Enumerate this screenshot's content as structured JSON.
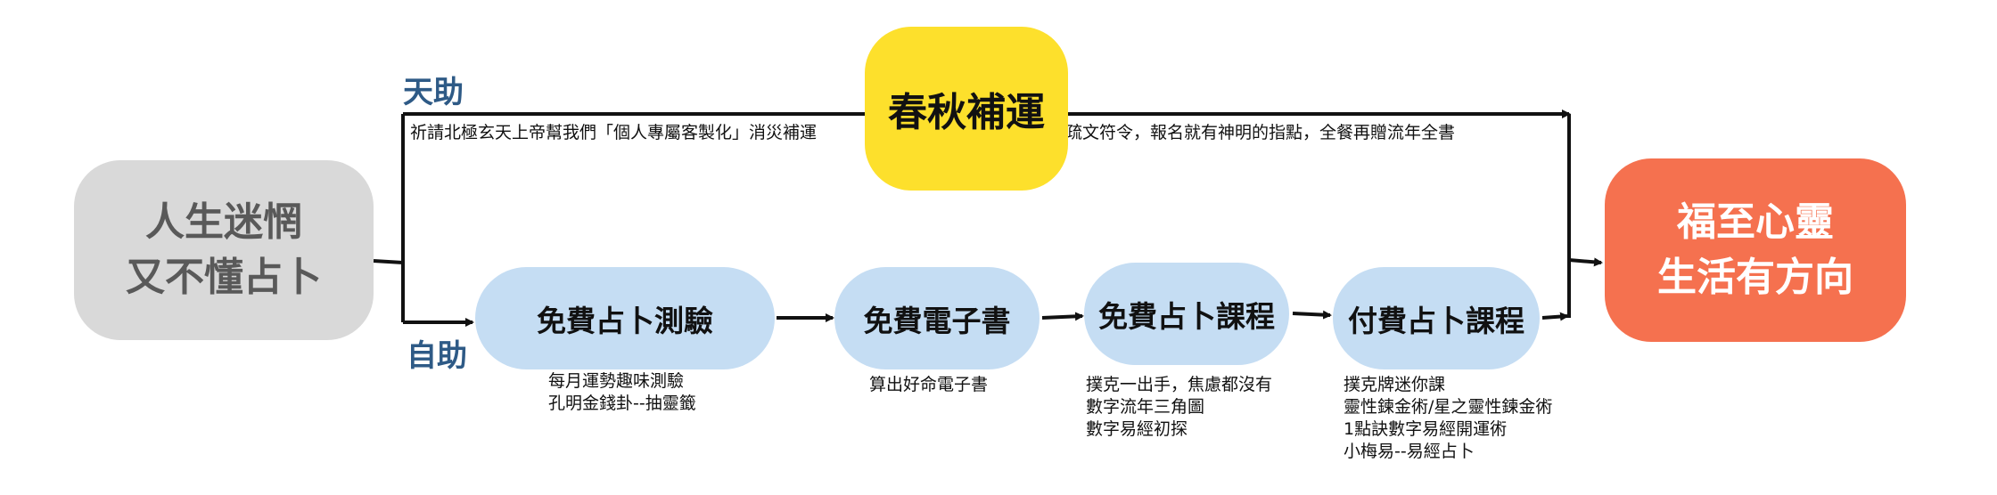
{
  "start": {
    "line1": "人生迷惘",
    "line2": "又不懂占卜"
  },
  "end": {
    "line1": "福至心靈",
    "line2": "生活有方向"
  },
  "top_node": {
    "label": "春秋補運"
  },
  "branch_labels": {
    "sky": "天助",
    "self": "自助"
  },
  "top_description": {
    "left": "祈請北極玄天上帝幫我們「個人專屬客製化」消災補運",
    "right": "有個人疏文符令，報名就有神明的指點，全餐再贈流年全書"
  },
  "steps": [
    {
      "label": "免費占卜測驗",
      "notes": [
        "每月運勢趣味測驗",
        "孔明金錢卦--抽靈籤"
      ]
    },
    {
      "label": "免費電子書",
      "notes": [
        "算出好命電子書"
      ]
    },
    {
      "label": "免費占卜課程",
      "notes": [
        "撲克一出手，焦慮都沒有",
        "數字流年三角圖",
        "數字易經初探"
      ]
    },
    {
      "label": "付費占卜課程",
      "notes": [
        "撲克牌迷你課",
        "靈性鍊金術/星之靈性鍊金術",
        "1點訣數字易經開運術",
        "小梅易--易經占卜"
      ]
    }
  ],
  "colors": {
    "start": "#d9d9d9",
    "top": "#fde02c",
    "step": "#c5ddf3",
    "end": "#f5714f",
    "label": "#2e5a86"
  }
}
